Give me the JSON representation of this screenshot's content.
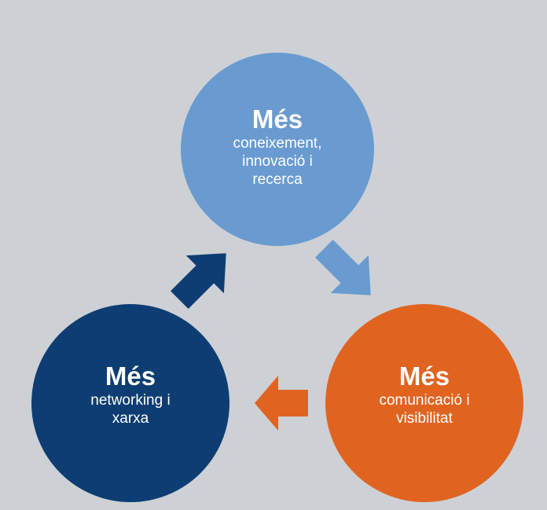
{
  "colors": {
    "background": "#cdd1d5",
    "top_circle": "#6a9bd0",
    "left_circle": "#0d3d73",
    "right_circle": "#e06420",
    "text": "#ffffff"
  },
  "nodes": {
    "top": {
      "heading": "Més",
      "text": "coneixement,\ninnovació i\nrecerca"
    },
    "left": {
      "heading": "Més",
      "text": "networking i\nxarxa"
    },
    "right": {
      "heading": "Més",
      "text": "comunicació i\nvisibilitat"
    }
  },
  "arrows": [
    {
      "from": "top",
      "to": "right",
      "icon": "arrow-down-right-icon",
      "color": "#6a9bd0"
    },
    {
      "from": "right",
      "to": "left",
      "icon": "arrow-left-icon",
      "color": "#e06420"
    },
    {
      "from": "left",
      "to": "top",
      "icon": "arrow-up-right-icon",
      "color": "#0d3d73"
    }
  ]
}
